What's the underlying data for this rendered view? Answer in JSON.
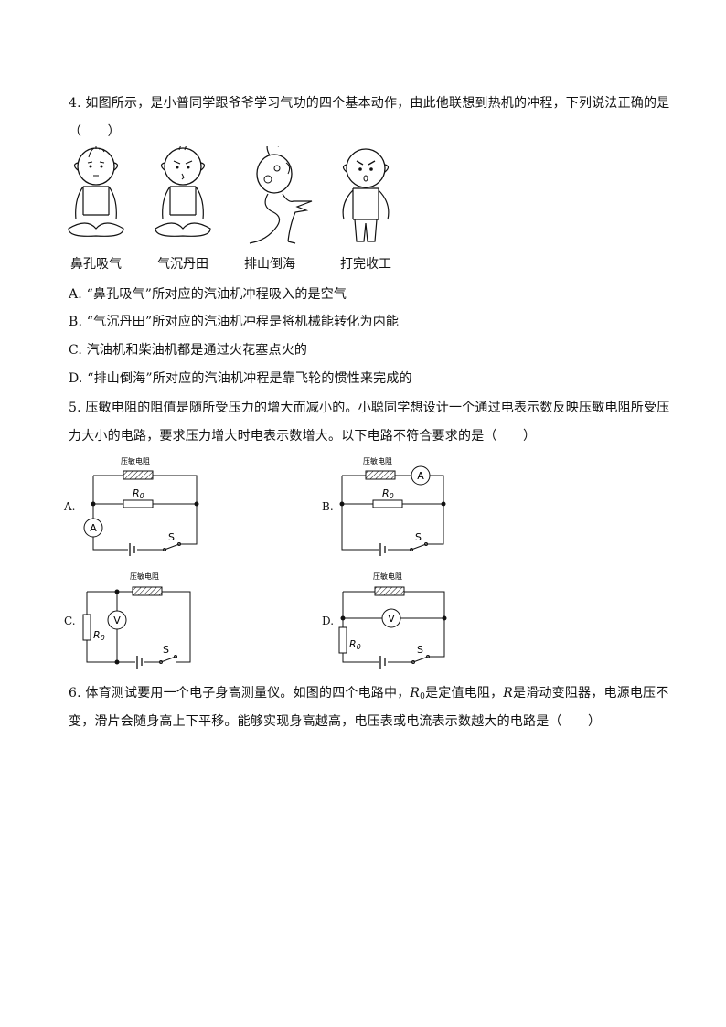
{
  "q4": {
    "stem_line1": "4. 如图所示，是小普同学跟爷爷学习气功的四个基本动作，由此他联想到热机的冲程，下列说法正确的是",
    "stem_line2": "（　　）",
    "figures": [
      {
        "caption": "鼻孔吸气"
      },
      {
        "caption": "气沉丹田"
      },
      {
        "caption": "排山倒海"
      },
      {
        "caption": "打完收工"
      }
    ],
    "options": [
      "A. “鼻孔吸气”所对应的汽油机冲程吸入的是空气",
      "B. “气沉丹田”所对应的汽油机冲程是将机械能转化为内能",
      "C. 汽油机和柴油机都是通过火花塞点火的",
      "D. “排山倒海”所对应的汽油机冲程是靠飞轮的惯性来完成的"
    ]
  },
  "q5": {
    "stem_line1": "5. 压敏电阻的阻值是随所受压力的增大而减小的。小聪同学想设计一个通过电表示数反映压敏电阻所受压",
    "stem_line2": "力大小的电路，要求压力增大时电表示数增大。以下电路不符合要求的是（　　）",
    "circuits": [
      {
        "letter": "A.",
        "sensor_label": "压敏电阻",
        "r0": "R",
        "r0_sub": "0",
        "meter": "A",
        "switch": "S"
      },
      {
        "letter": "B.",
        "sensor_label": "压敏电阻",
        "r0": "R",
        "r0_sub": "0",
        "meter": "A",
        "switch": "S"
      },
      {
        "letter": "C.",
        "sensor_label": "压敏电阻",
        "r0": "R",
        "r0_sub": "0",
        "meter": "V",
        "switch": "S"
      },
      {
        "letter": "D.",
        "sensor_label": "压敏电阻",
        "r0": "R",
        "r0_sub": "0",
        "meter": "V",
        "switch": "S"
      }
    ]
  },
  "q6": {
    "stem_a": "6. 体育测试要用一个电子身高测量仪。如图的四个电路中，",
    "r0_main": "R",
    "r0_sub": "0",
    "stem_b": "是定值电阻，",
    "r_italic": "R",
    "stem_c": "是滑动变阻器，电源电压不",
    "stem_line2": "变，滑片会随身高上下平移。能够实现身高越高，电压表或电流表示数越大的电路是（　　）"
  }
}
